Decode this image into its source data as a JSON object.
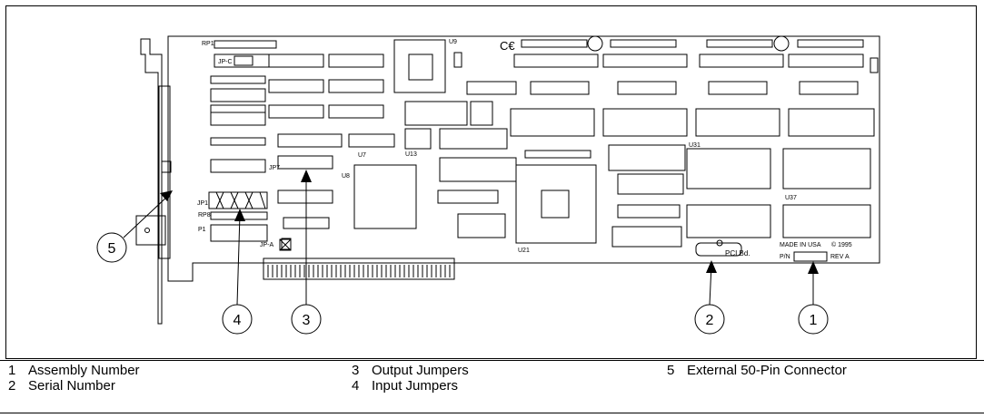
{
  "callouts": [
    {
      "number": "1",
      "label": "Assembly Number"
    },
    {
      "number": "2",
      "label": "Serial Number"
    },
    {
      "number": "3",
      "label": "Output Jumpers"
    },
    {
      "number": "4",
      "label": "Input Jumpers"
    },
    {
      "number": "5",
      "label": "External 50-Pin Connector"
    }
  ],
  "board_text": {
    "ce_mark": "C€",
    "pci_label": "PCI Bd.",
    "made_in": "MADE IN USA",
    "copyright": "© 1995",
    "part_number": "P/N",
    "revision": "REV A",
    "jumper_c": "JP-C",
    "jumper_a": "JP-A",
    "jp1": "JP1",
    "jp7": "JP7",
    "rp1": "RP1",
    "rp8": "RP8",
    "p1": "P1",
    "u7": "U7",
    "u8": "U8",
    "u21": "U21",
    "u31": "U31",
    "u37": "U37",
    "u9": "U9",
    "u13": "U13"
  }
}
